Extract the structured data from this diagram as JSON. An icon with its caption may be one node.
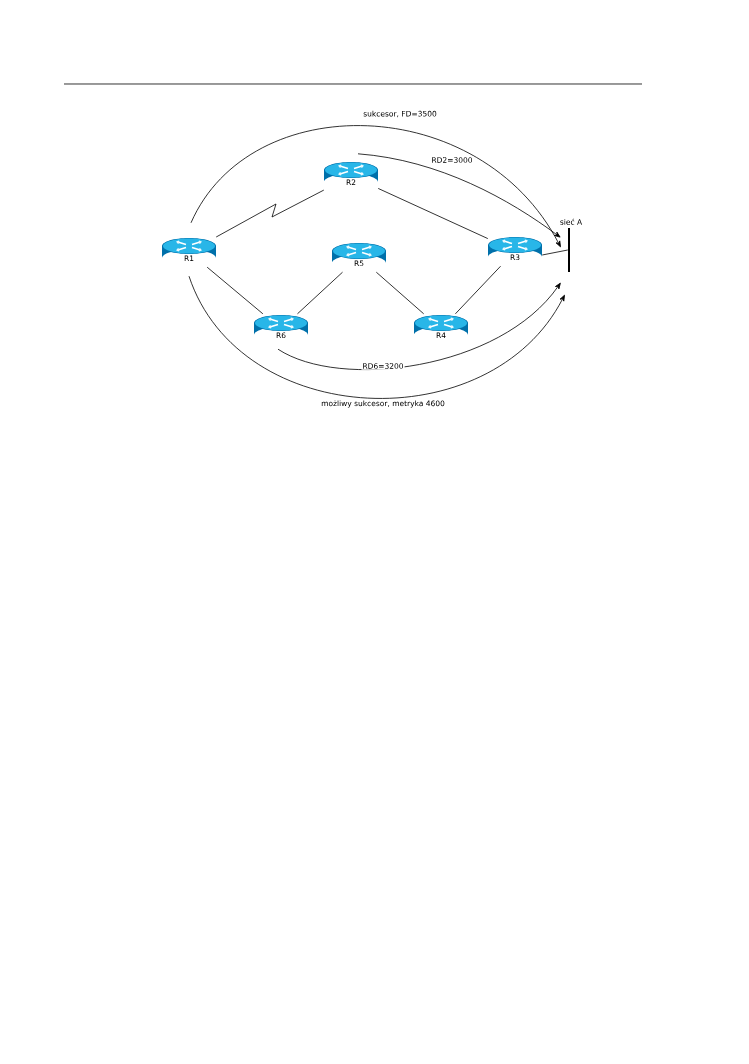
{
  "diagram": {
    "nodes": [
      {
        "text": [
          "R1"
        ]
      },
      {
        "text": [
          "R2"
        ]
      },
      {
        "text": [
          "R3"
        ]
      },
      {
        "text": [
          "R4"
        ]
      },
      {
        "text": [
          "R5"
        ]
      },
      {
        "text": [
          "R6"
        ]
      },
      {
        "text": [
          "sieć A"
        ]
      }
    ],
    "edges": [
      {
        "from": 0,
        "to": 6,
        "arrow": "to",
        "label": "sukcesor, FD=3500"
      },
      {
        "from": 1,
        "to": 6,
        "arrow": "to",
        "label": "RD2=3000"
      },
      {
        "from": 5,
        "to": 6,
        "arrow": "to",
        "label": "RD6=3200"
      },
      {
        "from": 0,
        "to": 6,
        "arrow": "to",
        "label": "możliwy sukcesor, metryka 4600"
      },
      {
        "from": 0,
        "to": 1,
        "arrow": "none"
      },
      {
        "from": 1,
        "to": 2,
        "arrow": "none"
      },
      {
        "from": 0,
        "to": 5,
        "arrow": "none"
      },
      {
        "from": 5,
        "to": 4,
        "arrow": "none"
      },
      {
        "from": 4,
        "to": 3,
        "arrow": "none"
      },
      {
        "from": 3,
        "to": 2,
        "arrow": "none"
      },
      {
        "from": 2,
        "to": 6,
        "arrow": "none"
      }
    ]
  }
}
